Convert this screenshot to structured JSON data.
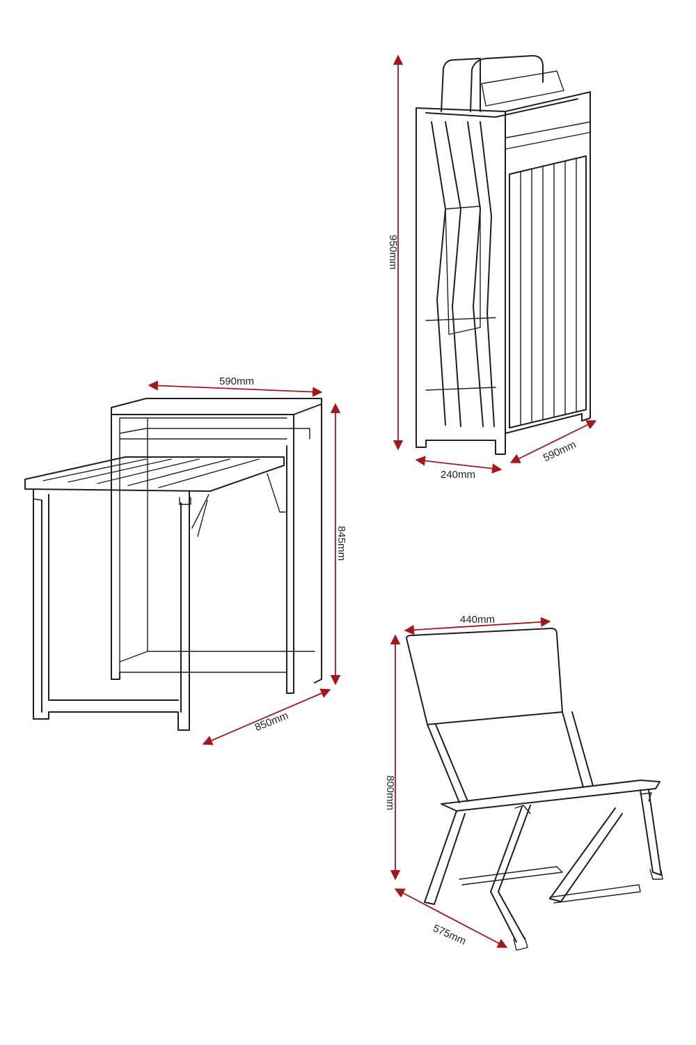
{
  "colors": {
    "dimension_line": "#a4161a",
    "drawing_line": "#1e1e1e",
    "text": "#222222",
    "background": "#ffffff"
  },
  "storage_unit": {
    "height_label": "950mm",
    "depth_label": "240mm",
    "width_label": "590mm"
  },
  "table": {
    "top_width_label": "590mm",
    "height_label": "845mm",
    "extended_depth_label": "850mm"
  },
  "chair": {
    "back_width_label": "440mm",
    "height_label": "800mm",
    "depth_label": "575mm"
  }
}
